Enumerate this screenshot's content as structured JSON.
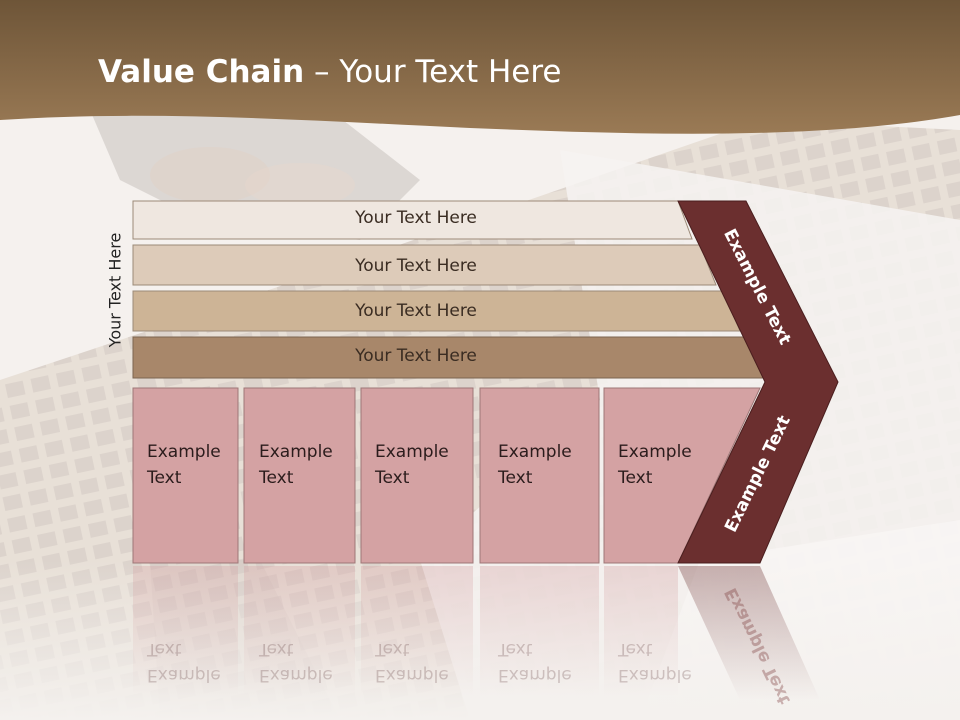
{
  "title": {
    "bold": "Value Chain",
    "rest": " – Your Text Here"
  },
  "side_label": "Your Text Here",
  "rows": [
    {
      "label": "Your Text Here",
      "color": "#efe7e0"
    },
    {
      "label": "Your Text Here",
      "color": "#ddcbb9"
    },
    {
      "label": "Your Text Here",
      "color": "#cdb496"
    },
    {
      "label": "Your Text Here",
      "color": "#a8876a"
    }
  ],
  "boxes": [
    {
      "line1": "Example",
      "line2": "Text"
    },
    {
      "line1": "Example",
      "line2": "Text"
    },
    {
      "line1": "Example",
      "line2": "Text"
    },
    {
      "line1": "Example",
      "line2": "Text"
    },
    {
      "line1": "Example",
      "line2": "Text"
    }
  ],
  "arrow": {
    "upper": "Example Text",
    "lower": "Example Text",
    "color": "#6b2f2f"
  },
  "colors": {
    "header": "#8c6a47",
    "box_fill": "#d4a2a3",
    "box_stroke": "#9e7777"
  }
}
